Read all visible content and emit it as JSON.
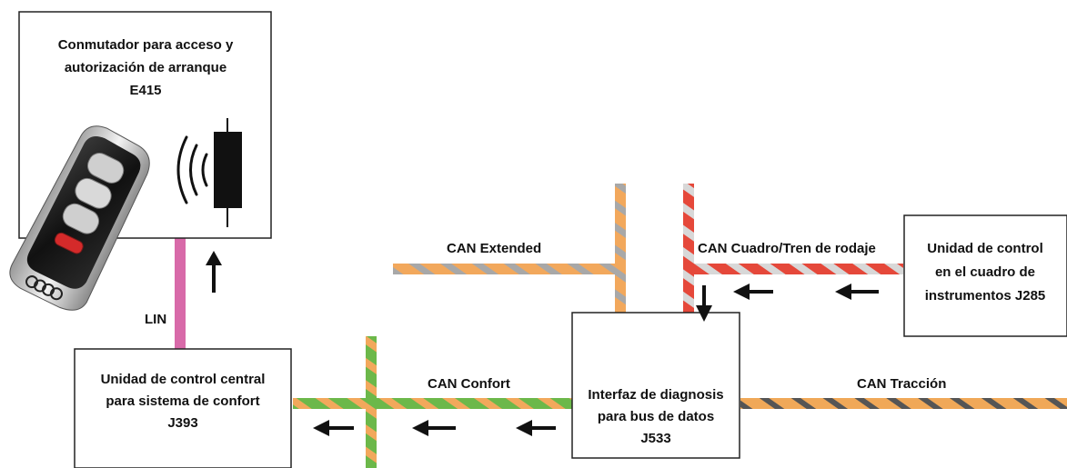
{
  "colors": {
    "lin": "#d86aa9",
    "can_extended": "#f2a85c",
    "can_cuadro": "#e5483a",
    "can_confort": "#6cb84a",
    "can_traccion": "#f0a858",
    "stripe": "#a8a8a8",
    "arrow": "#111111"
  },
  "boxes": {
    "e415": {
      "line1": "Conmutador para acceso y",
      "line2": "autorización de arranque",
      "line3": "E415"
    },
    "j393": {
      "line1": "Unidad de control central",
      "line2": "para sistema de confort",
      "line3": "J393"
    },
    "j533": {
      "line1": "Interfaz de diagnosis",
      "line2": "para bus de datos",
      "line3": "J533"
    },
    "j285": {
      "line1": "Unidad de control",
      "line2": "en el cuadro de",
      "line3": "instrumentos J285"
    }
  },
  "buses": {
    "lin": "LIN",
    "can_extended": "CAN Extended",
    "can_cuadro": "CAN Cuadro/Tren de rodaje",
    "can_confort": "CAN Confort",
    "can_traccion": "CAN Tracción"
  },
  "icons": [
    "key-fob-icon",
    "antenna-coil-icon",
    "radio-waves-icon",
    "flow-arrow-icon"
  ]
}
